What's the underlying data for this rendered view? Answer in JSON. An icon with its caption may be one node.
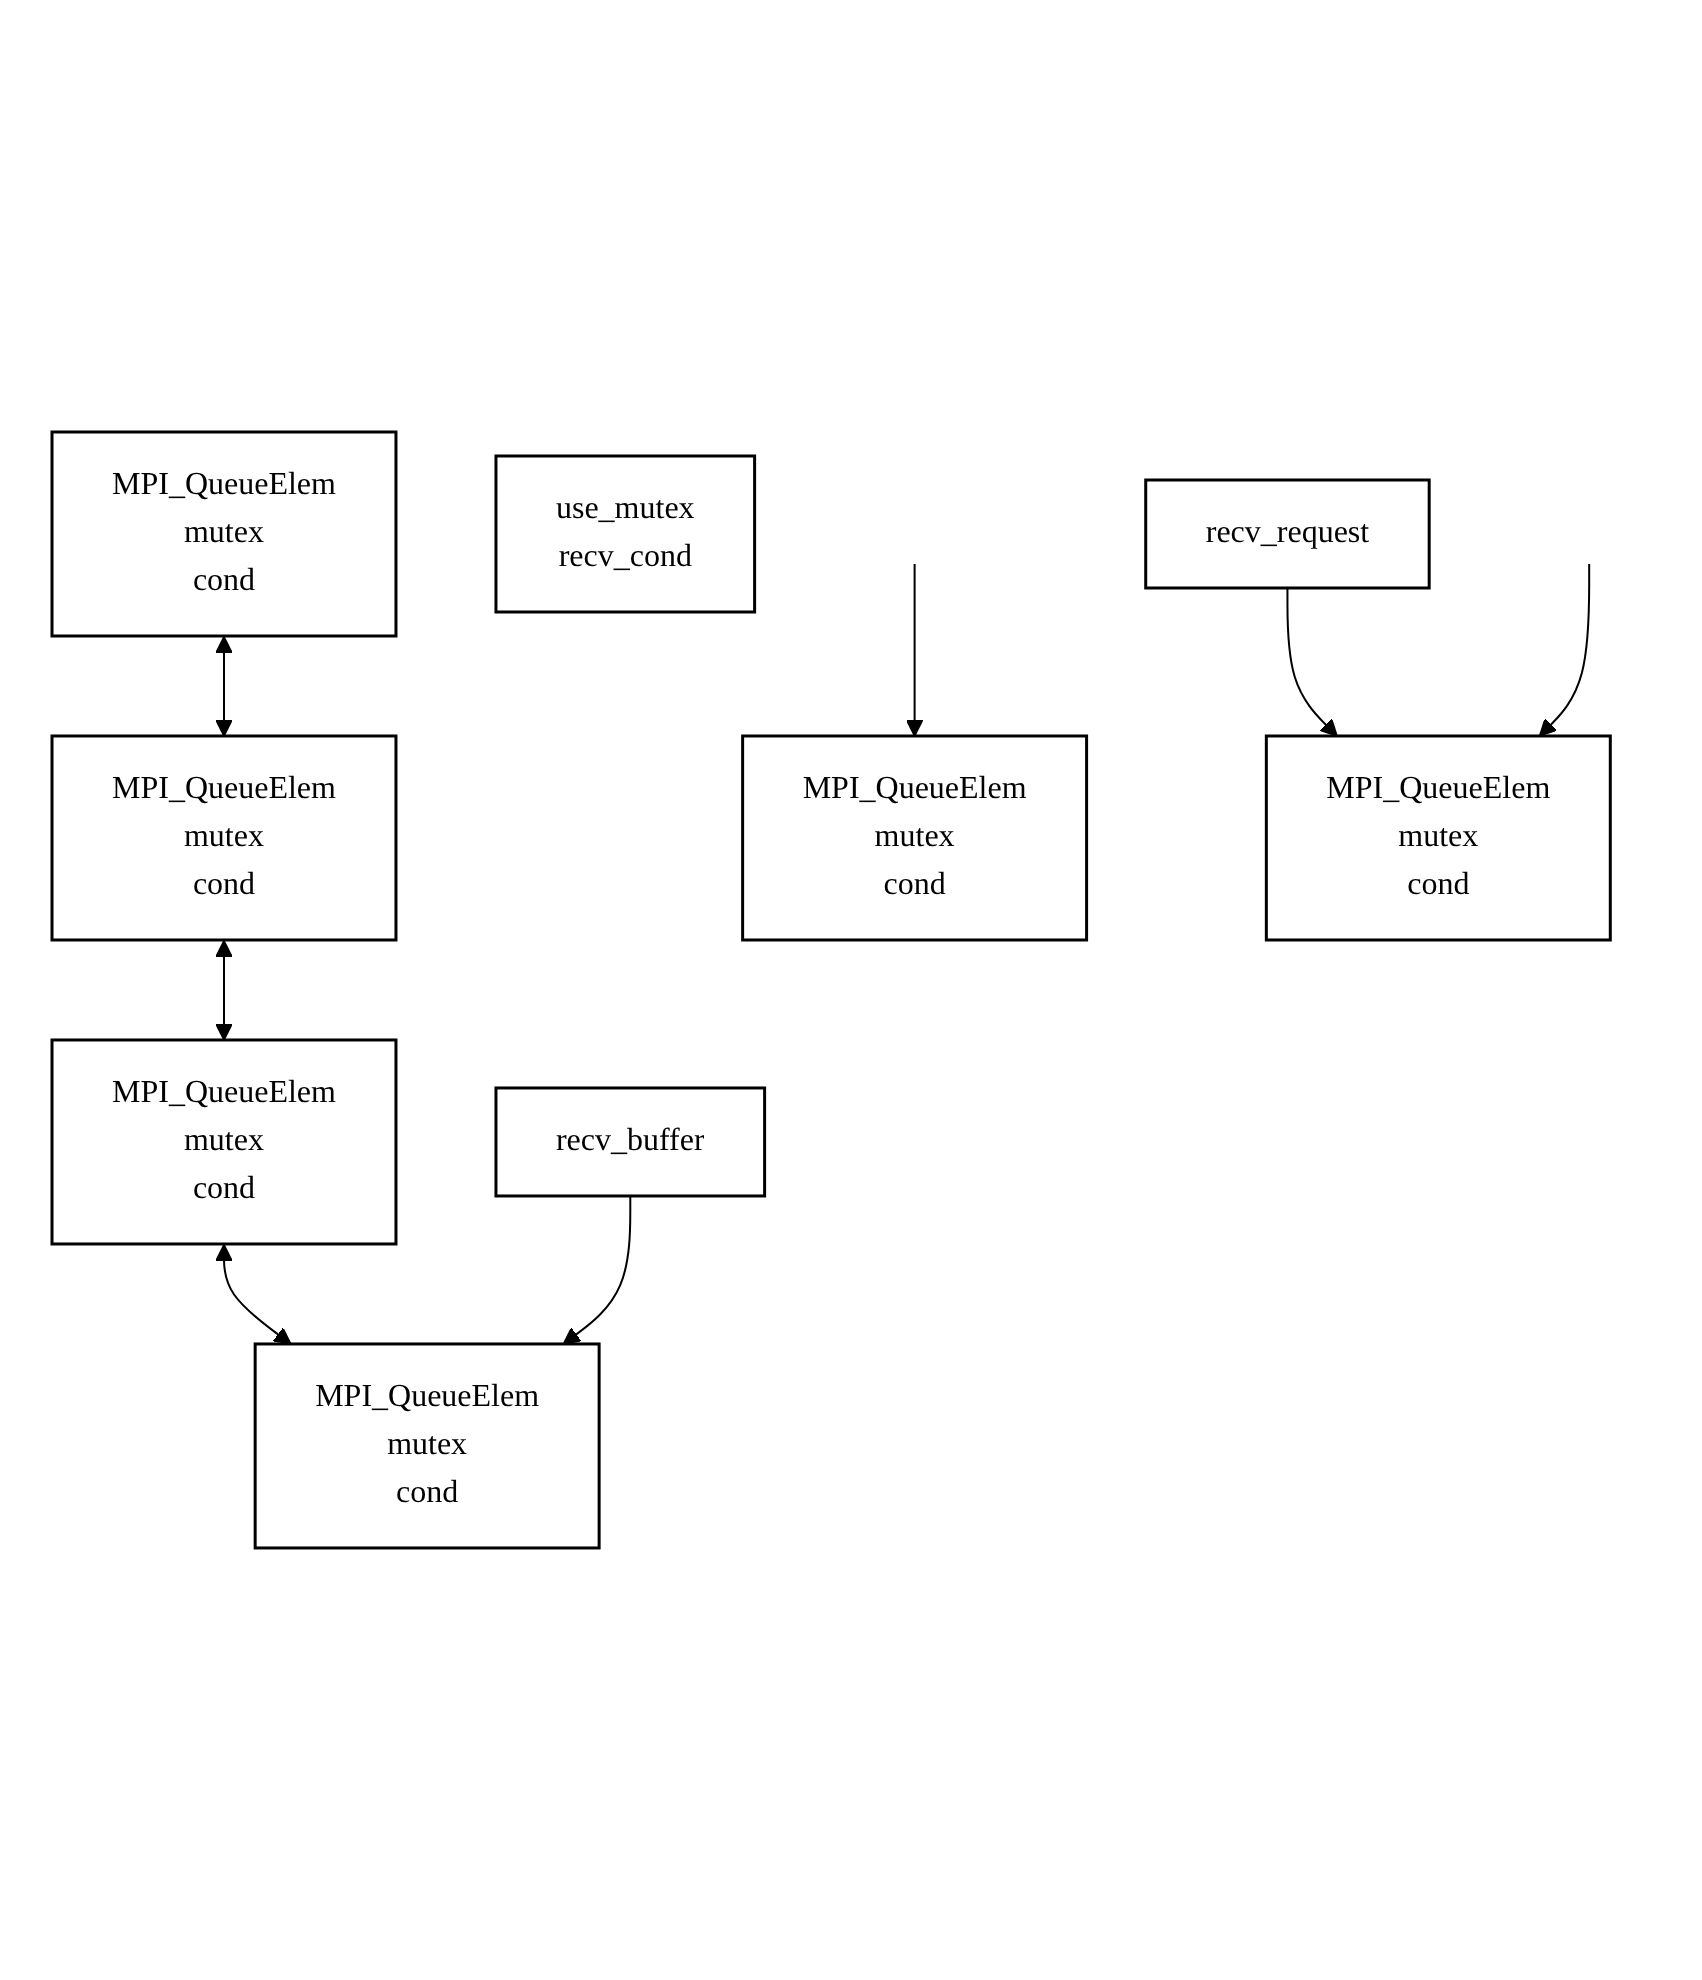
{
  "diagram": {
    "nodes": [
      {
        "text": [
          "MPI_QueueElem",
          "mutex",
          "cond"
        ]
      },
      {
        "text": [
          "MPI_QueueElem",
          "mutex",
          "cond"
        ]
      },
      {
        "text": [
          "MPI_QueueElem",
          "mutex",
          "cond"
        ]
      },
      {
        "text": [
          "MPI_QueueElem",
          "mutex",
          "cond"
        ]
      },
      {
        "text": [
          "MPI_QueueElem",
          "mutex",
          "cond"
        ]
      },
      {
        "text": [
          "MPI_QueueElem",
          "mutex",
          "cond"
        ]
      },
      {
        "text": [
          "recv_buffer"
        ]
      },
      {
        "text": [
          "use_mutex",
          "recv_cond"
        ]
      },
      {
        "text": [
          "recv_request"
        ]
      }
    ],
    "edges": [
      {
        "from": 0,
        "to": 1,
        "arrow": "both"
      },
      {
        "from": 1,
        "to": 2,
        "arrow": "both"
      },
      {
        "from": 2,
        "to": 4,
        "arrow": "both"
      },
      {
        "from": 6,
        "to": 4,
        "arrow": "to"
      },
      {
        "from": 8,
        "to": 5,
        "arrow": "to"
      },
      {
        "from": null,
        "to": 3,
        "arrow": "to"
      },
      {
        "from": null,
        "to": 5,
        "arrow": "to"
      }
    ]
  }
}
